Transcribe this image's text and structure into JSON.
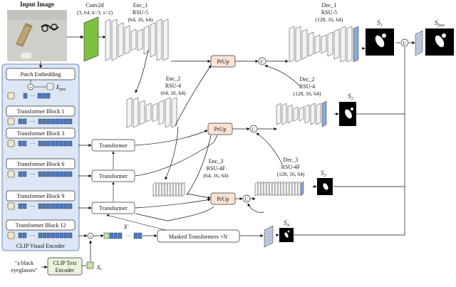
{
  "input": {
    "label": "Input Image",
    "prompt_line1": "\"a black",
    "prompt_line2": "eyeglasses\""
  },
  "conv": {
    "name": "Conv2d",
    "params": "(3, 64, k=3, s=2)"
  },
  "encoders": [
    {
      "name": "Enc_1",
      "block": "RSU-5",
      "params": "(64, 16, 64)"
    },
    {
      "name": "Enc_2",
      "block": "RSU-4",
      "params": "(64, 16, 64)"
    },
    {
      "name": "Enc_3",
      "block": "RSU-4F",
      "params": "(64, 16, 64)"
    }
  ],
  "decoders": [
    {
      "name": "Dec_1",
      "block": "RSU-5",
      "params": "(128, 16, 64)"
    },
    {
      "name": "Dec_2",
      "block": "RSU-4",
      "params": "(128, 16, 64)"
    },
    {
      "name": "Dec_3",
      "block": "RSU-4F",
      "params": "(128, 16, 64)"
    }
  ],
  "clip_visual": {
    "title": "CLIP Visual Encoder",
    "patch_embedding": "Patch Embedding",
    "pos_label": "E",
    "pos_sub": "pos",
    "blocks": [
      "Transformer Block 1",
      "Transformer Block 3",
      "Transformer Block 6",
      "Transformer Block 9",
      "Transformer Block 12"
    ],
    "dots": "···"
  },
  "text_encoder": {
    "line1": "CLIP Text",
    "line2": "Encoder",
    "out_label": "X",
    "out_sub": "t"
  },
  "transformer_label": "Transformer",
  "prup_label": "PrUp",
  "concat_symbol": "C",
  "plus_symbol": "+",
  "x_prime": "X'",
  "masked_transformers": "Masked Transformers ×N",
  "side_outputs": [
    {
      "label": "S",
      "sub": "1"
    },
    {
      "label": "S",
      "sub": "2"
    },
    {
      "label": "S",
      "sub": "3"
    },
    {
      "label": "S",
      "sub": "4"
    },
    {
      "label": "S",
      "sub": "fuse"
    }
  ],
  "colors": {
    "clip_panel_fill": "#dce6f4",
    "clip_panel_stroke": "#4a6fb0",
    "token_blue": "#4a7cc8",
    "token_cream": "#f5e8c6",
    "conv_green": "#7cc242",
    "prup_fill": "#fbe3d3",
    "decoder_blue": "#8aa8d8",
    "mask_black": "#000000"
  }
}
